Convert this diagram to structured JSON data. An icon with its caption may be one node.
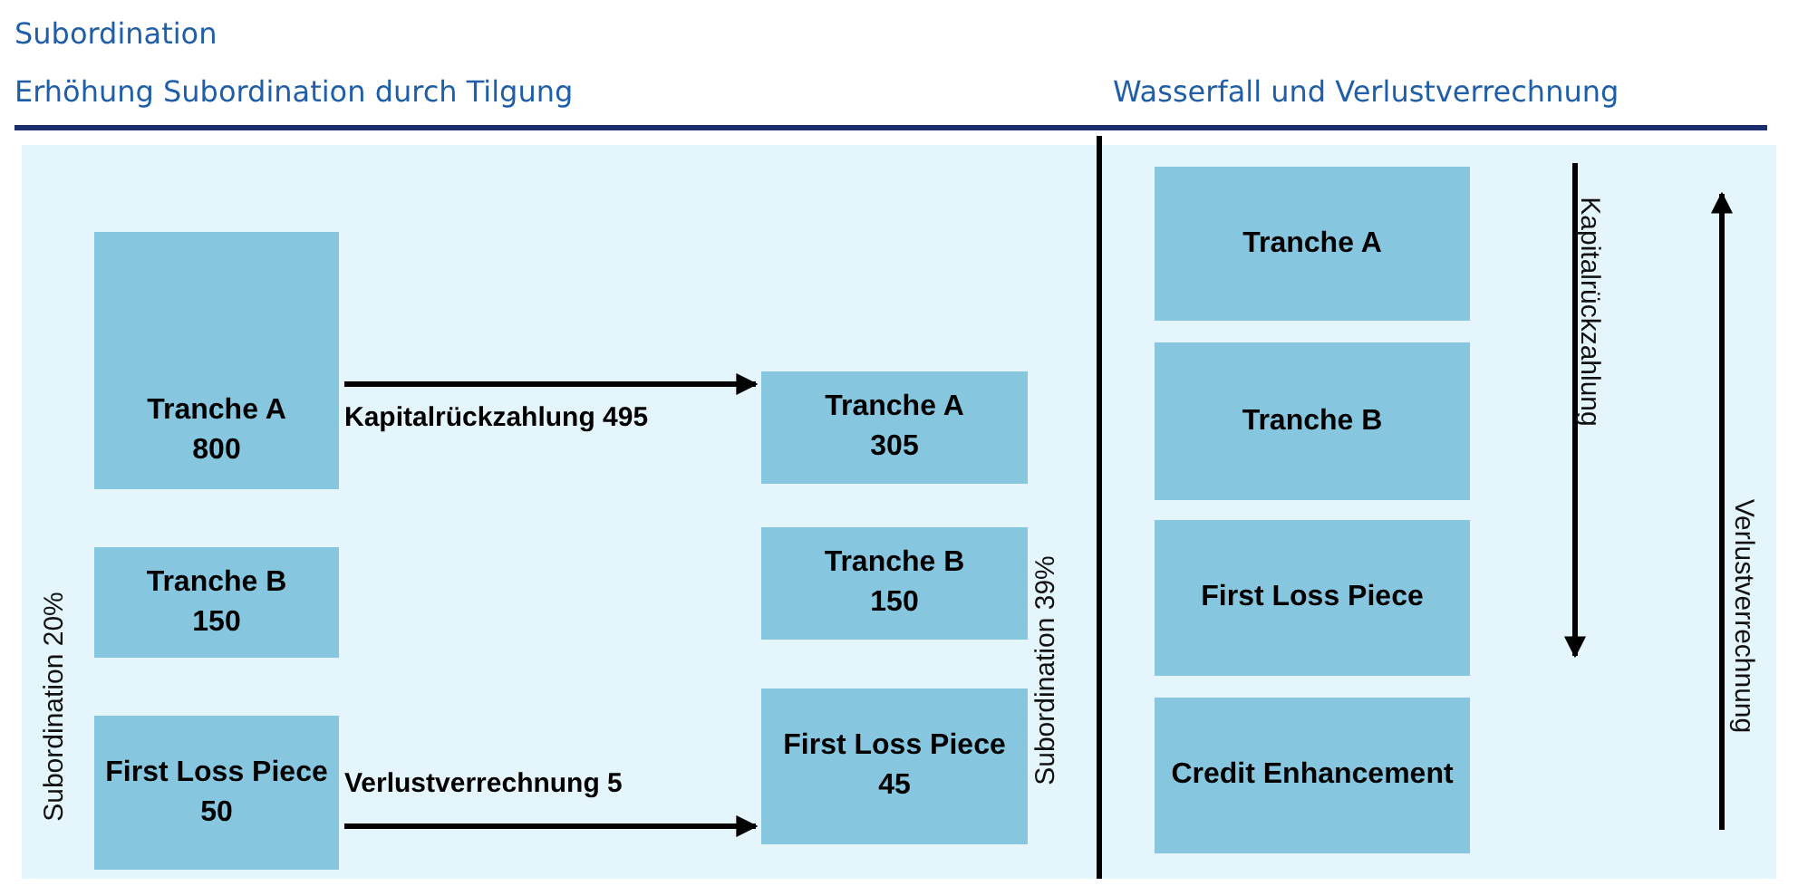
{
  "diagram": {
    "title": "Subordination",
    "nodes": [
      {
        "text": [
          "Tranche A",
          "800"
        ]
      },
      {
        "text": [
          "Tranche B",
          "150"
        ]
      },
      {
        "text": [
          "First Loss Piece",
          "50"
        ]
      },
      {
        "text": [
          "Tranche A",
          "305"
        ]
      },
      {
        "text": [
          "Tranche B",
          "150"
        ]
      },
      {
        "text": [
          "First Loss Piece",
          "45"
        ]
      },
      {
        "text": [
          "Tranche A"
        ]
      },
      {
        "text": [
          "Tranche B"
        ]
      },
      {
        "text": [
          "First Loss Piece"
        ]
      },
      {
        "text": [
          "Credit Enhancement"
        ]
      }
    ],
    "edges": [
      {
        "from": 0,
        "to": 3,
        "arrow": "to",
        "label": "Kapitalrückzahlung 495"
      },
      {
        "from": 2,
        "to": 5,
        "arrow": "to",
        "label": "Verlustverrechnung 5"
      }
    ],
    "labels": [
      "Erhöhung Subordination durch Tilgung",
      "Wasserfall und Verlustverrechnung",
      "Subordination 20%",
      "Subordination 39%",
      "Kapitalrückzahlung",
      "Verlustverrechnung"
    ]
  }
}
